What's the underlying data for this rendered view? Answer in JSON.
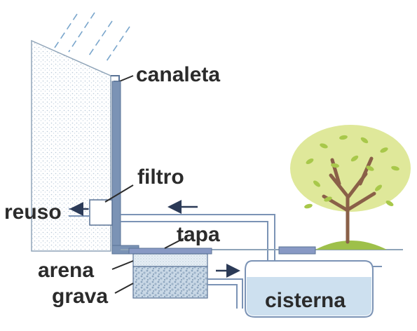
{
  "labels": {
    "canaleta": "canaleta",
    "filtro": "filtro",
    "reuso": "reuso",
    "tapa": "tapa",
    "arena": "arena",
    "grava": "grava",
    "cisterna": "cisterna"
  },
  "colors": {
    "wall_stroke": "#9fb3c8",
    "pipe": "#7b93b5",
    "pipe_dark": "#5a7396",
    "water": "#cde0ef",
    "sand": "#dfe9f2",
    "gravel": "#b8cde0",
    "lid": "#8899c4",
    "foliage": "#a8c84a",
    "trunk": "#8a6048",
    "grass": "#9ec04a",
    "rain": "#7aa6cc",
    "text": "#2b2b2b",
    "arrow": "#2b3a57"
  }
}
